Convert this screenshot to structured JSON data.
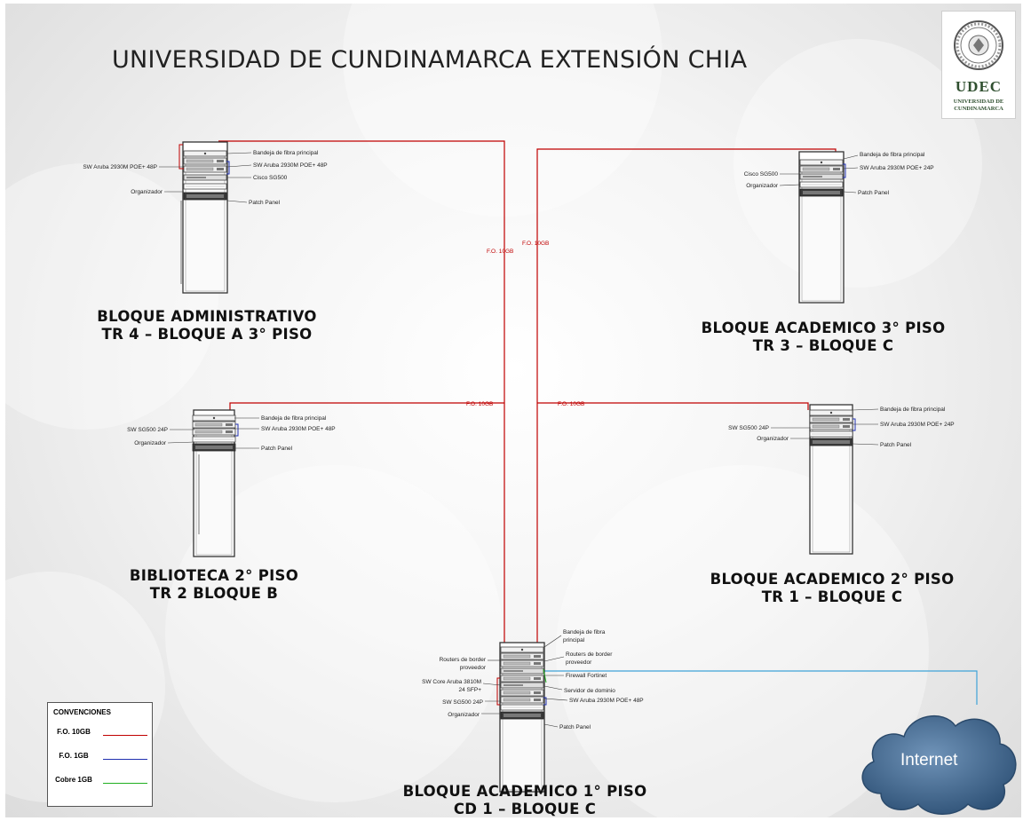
{
  "title": "UNIVERSIDAD DE CUNDINAMARCA EXTENSIÓN CHIA",
  "logo": {
    "brand": "UDEC",
    "line1": "UNIVERSIDAD DE",
    "line2": "CUNDINAMARCA",
    "seal_text": "UNIVERSIDAD DE CUNDINAMARCA"
  },
  "colors": {
    "fo_10gb": "#c00000",
    "fo_1gb": "#1f2fb0",
    "cobre_1gb": "#20b020",
    "internet_link": "#3fa3d8",
    "cloud": "#4a6e92"
  },
  "blocks": {
    "admin": {
      "line1": "BLOQUE ADMINISTRATIVO",
      "line2": "TR 4 – BLOQUE A 3° PISO"
    },
    "acad3": {
      "line1": "BLOQUE ACADEMICO 3° PISO",
      "line2": "TR 3 – BLOQUE C"
    },
    "biblio": {
      "line1": "BIBLIOTECA 2° PISO",
      "line2": "TR 2 BLOQUE B"
    },
    "acad2": {
      "line1": "BLOQUE ACADEMICO 2° PISO",
      "line2": "TR 1 – BLOQUE C"
    },
    "acad1": {
      "line1": "BLOQUE ACADEMICO 1° PISO",
      "line2": "CD 1 – BLOQUE C"
    }
  },
  "racks": {
    "admin": {
      "bandeja": "Bandeja de fibra principal",
      "sw": "SW Aruba 2930M POE+ 48P",
      "sw_left": "SW Aruba 2930M POE+ 48P",
      "cisco": "Cisco SG500",
      "organizador": "Organizador",
      "patch": "Patch Panel"
    },
    "acad3": {
      "bandeja": "Bandeja de fibra principal",
      "sw": "SW Aruba 2930M POE+ 24P",
      "cisco": "Cisco SG500",
      "organizador": "Organizador",
      "patch": "Patch Panel"
    },
    "biblio": {
      "bandeja": "Bandeja de fibra principal",
      "sw": "SW Aruba 2930M POE+ 48P",
      "sw_left": "SW SG500 24P",
      "organizador": "Organizador",
      "patch": "Patch Panel"
    },
    "acad2": {
      "bandeja": "Bandeja de fibra principal",
      "sw": "SW Aruba 2930M POE+ 24P",
      "sw_left": "SW SG500 24P",
      "organizador": "Organizador",
      "patch": "Patch Panel"
    },
    "cd1": {
      "bandeja_1": "Bandeja de fibra",
      "bandeja_2": "principal",
      "routers_r1": "Routers de border",
      "routers_r2": "proveedor",
      "routers_l1": "Routers de border",
      "routers_l2": "proveedor",
      "firewall": "Firewall Fortinet",
      "core_1": "SW Core Aruba 3810M",
      "core_2": "24 SFP+",
      "servidor": "Servidor de dominio",
      "sw_left": "SW SG500 24P",
      "sw_right": "SW Aruba 2930M POE+ 48P",
      "organizador": "Organizador",
      "patch": "Patch Panel"
    }
  },
  "links": {
    "fo_admin": "F.O. 10GB",
    "fo_acad3": "F.O. 10GB",
    "fo_biblio": "F.O. 10GB",
    "fo_acad2": "F.O. 10GB"
  },
  "legend": {
    "title": "CONVENCIONES",
    "items": [
      {
        "label": "F.O. 10GB",
        "color": "#c00000"
      },
      {
        "label": "F.O. 1GB",
        "color": "#1f2fb0"
      },
      {
        "label": "Cobre 1GB",
        "color": "#20b020"
      }
    ]
  },
  "internet": {
    "label": "Internet"
  }
}
